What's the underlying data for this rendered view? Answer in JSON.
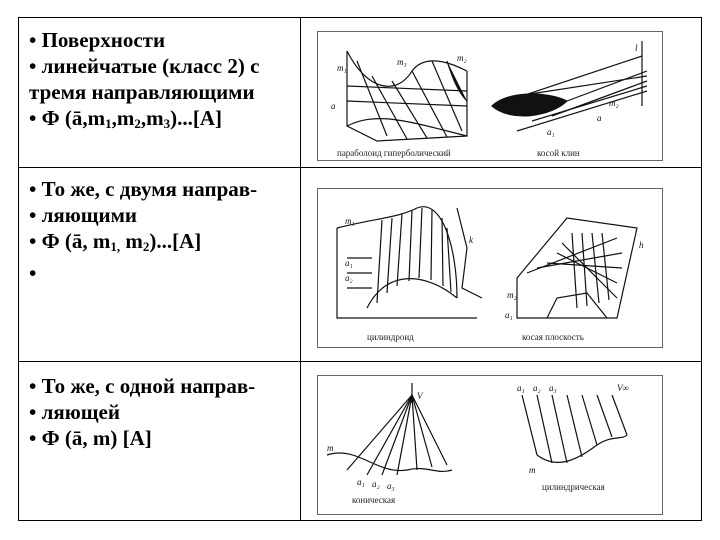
{
  "rows": [
    {
      "lines": [
        "• Поверхности",
        "• линейчатые (класс 2) с",
        "тремя направляющими",
        "•    Ф (ā,m1,m2,m3)...[A]"
      ],
      "formula": {
        "prefix": "•    Ф (ā,m",
        "s1": "1",
        "mid1": ",m",
        "s2": "2",
        "mid2": ",m",
        "s3": "3",
        "suffix": ")...[A]"
      },
      "captions": [
        "параболоид гиперболический",
        "косой клин"
      ]
    },
    {
      "lines": [
        "• То же, с двумя направ-",
        "• ляющими",
        "• Ф (ā, m1, m2)...[A]",
        "•"
      ],
      "formula": {
        "prefix": "• Ф (ā, m",
        "s1": "1,",
        "mid1": " m",
        "s2": "2",
        "suffix": ")...[A]"
      },
      "captions": [
        "цилиндроид",
        "косая плоскость"
      ]
    },
    {
      "lines": [
        "• То же, с одной направ-",
        "• ляющей",
        "• Ф (ā, m) [A]"
      ],
      "captions": [
        "коническая",
        "цилиндрическая"
      ]
    }
  ]
}
